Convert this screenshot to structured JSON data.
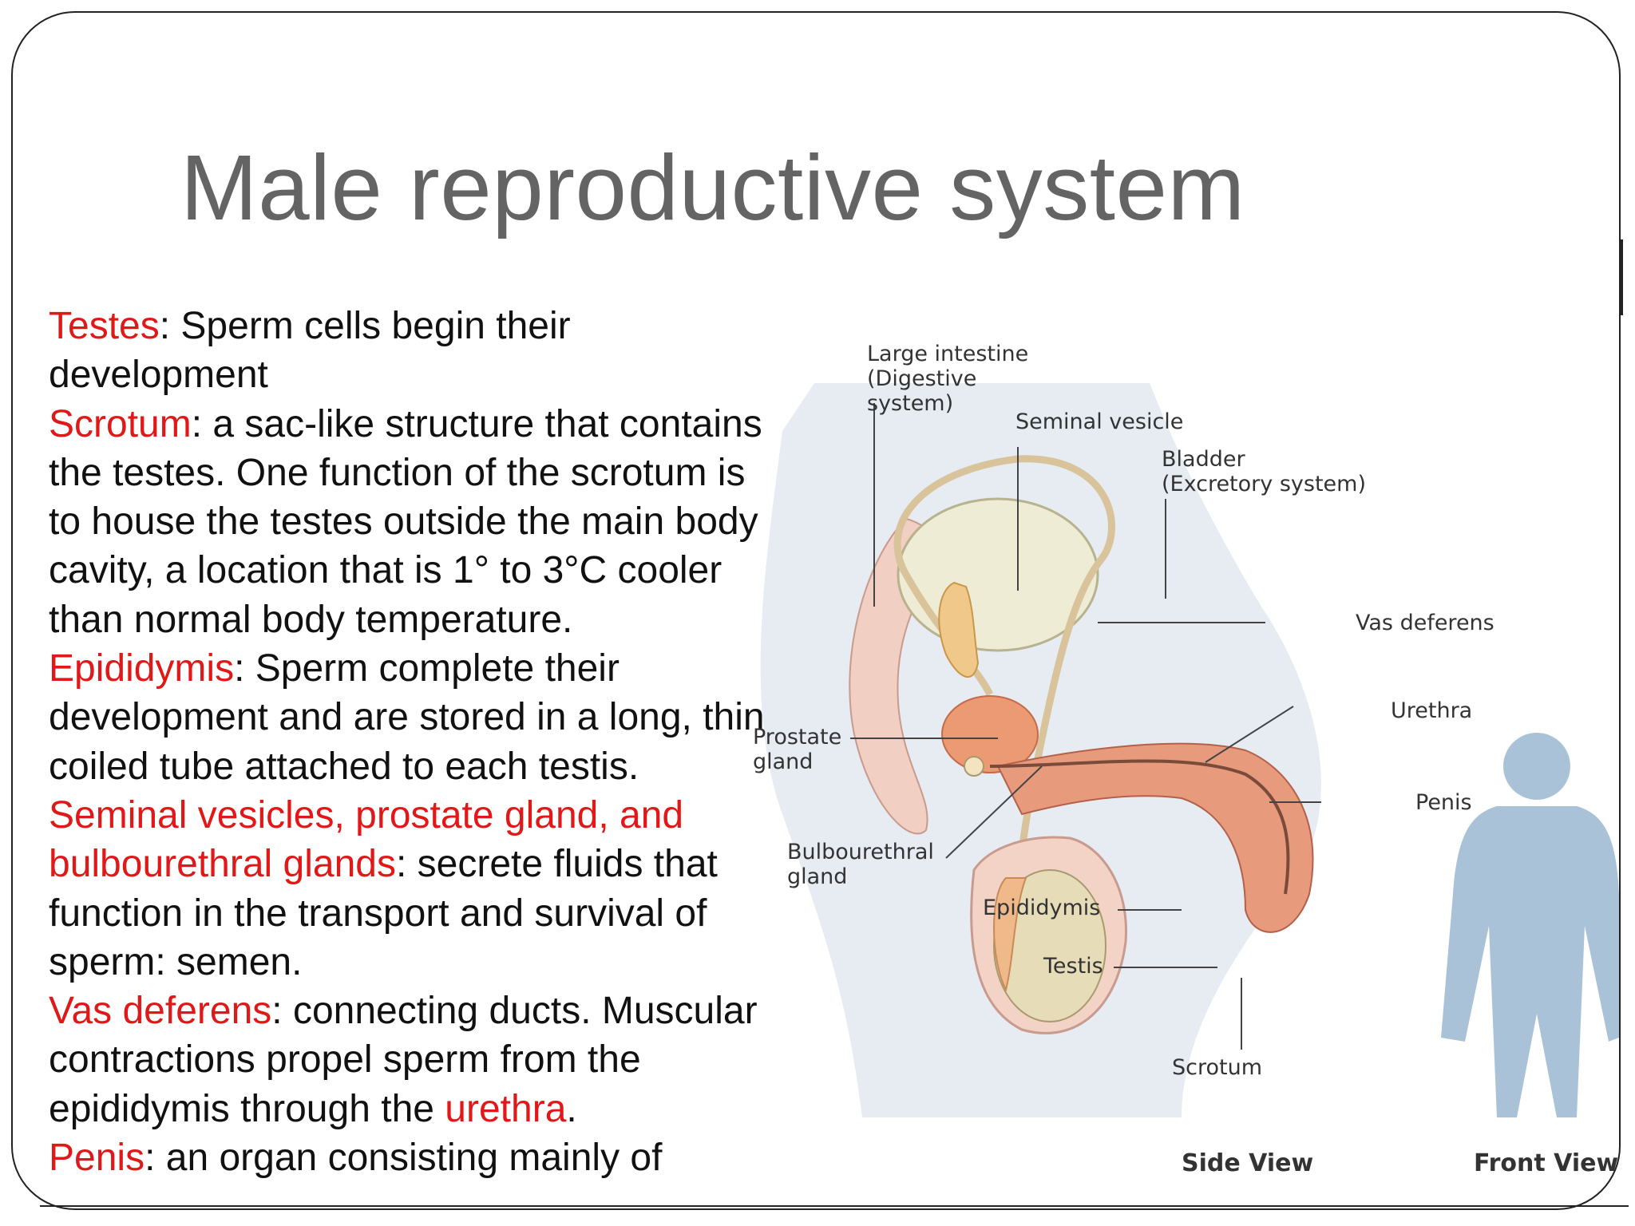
{
  "slide": {
    "title": "Male reproductive system"
  },
  "body": {
    "paragraphs": [
      {
        "term": "Testes",
        "rest": ": Sperm cells begin their development",
        "extra_term": "",
        "tail": ""
      },
      {
        "term": "Scrotum",
        "rest": ": a sac-like structure that contains the testes. One function of the scrotum is to house the testes outside the main body cavity, a location that is 1° to 3°C cooler than normal body temperature.",
        "extra_term": "",
        "tail": ""
      },
      {
        "term": "Epididymis",
        "rest": ": Sperm complete their development and are stored in a long, thin, coiled tube attached to each testis.",
        "extra_term": "",
        "tail": ""
      },
      {
        "term": "Seminal vesicles, prostate gland, and bulbourethral glands",
        "rest": ": secrete fluids that function in the transport and survival of sperm: semen.",
        "extra_term": "",
        "tail": ""
      },
      {
        "term": "Vas deferens",
        "rest": ": connecting ducts. Muscular contractions propel sperm from the epididymis through the ",
        "extra_term": "urethra",
        "tail": "."
      },
      {
        "term": "Penis",
        "rest": ": an organ consisting mainly of",
        "extra_term": "",
        "tail": ""
      }
    ]
  },
  "diagram": {
    "labels": {
      "large_intestine": "Large intestine\n(Digestive\nsystem)",
      "seminal_vesicle": "Seminal vesicle",
      "bladder": "Bladder\n(Excretory system)",
      "vas_deferens": "Vas deferens",
      "urethra": "Urethra",
      "penis": "Penis",
      "prostate_gland": "Prostate\ngland",
      "bulbourethral_gland": "Bulbourethral\ngland",
      "epididymis": "Epididymis",
      "testis": "Testis",
      "scrotum": "Scrotum"
    },
    "views": {
      "side": "Side View",
      "front": "Front View"
    }
  },
  "colors": {
    "term": "#e01818",
    "title": "#646464",
    "silhouette": "#a9c2d8",
    "tissue": "#e89a7c",
    "bladder": "#efecd6"
  }
}
